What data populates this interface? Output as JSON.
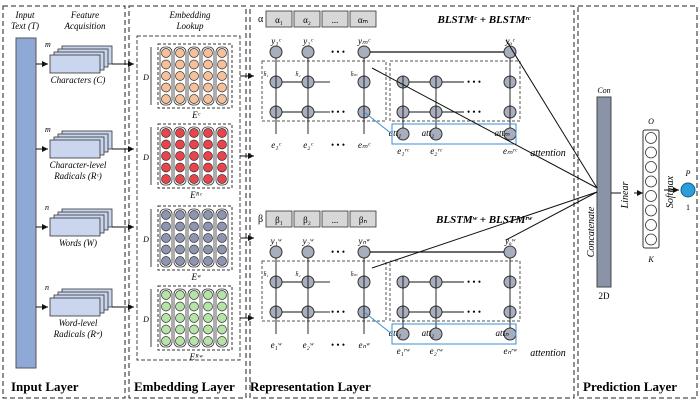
{
  "input_panel": {
    "title_line1": "Input",
    "title_line2": "Text (T)",
    "feature_line1": "Feature",
    "feature_line2": "Acquisition",
    "features": [
      {
        "line1": "Characters (C)",
        "line2": "",
        "dim": "m"
      },
      {
        "line1": "Character-level",
        "line2": "Radicals (Rᶜ)",
        "dim": "m"
      },
      {
        "line1": "Words (W)",
        "line2": "",
        "dim": "n"
      },
      {
        "line1": "Word-level",
        "line2": "Radicals (Rʷ)",
        "dim": "n"
      }
    ],
    "layer_label": "Input Layer"
  },
  "embedding_panel": {
    "title_line1": "Embedding",
    "title_line2": "Lookup",
    "dim_label": "D",
    "matrices": [
      {
        "label": "Eᶜ",
        "fill": "#f6c09a"
      },
      {
        "label": "Eᴿᶜ",
        "fill": "#e8444c"
      },
      {
        "label": "Eʷ",
        "fill": "#8d95b0"
      },
      {
        "label": "Eᴿʷ",
        "fill": "#b6e3a6"
      }
    ],
    "layer_label": "Embedding Layer"
  },
  "representation_panel": {
    "top": {
      "attn_symbol": "α",
      "attn_cells": [
        "α₁",
        "α₂",
        "...",
        "αₘ"
      ],
      "outputs": [
        "y₁ᶜ",
        "y₂ᶜ",
        "yₘᶜ"
      ],
      "embeddings": [
        "e₁ᶜ",
        "e₂ᶜ",
        "eₘᶜ"
      ],
      "title": "BLSTMᶜ + BLSTMʳᶜ",
      "att_labels": [
        "att₁",
        "att₂",
        "attₘ"
      ],
      "rad_embeddings": [
        "e₁ʳᶜ",
        "e₂ʳᶜ",
        "eₘʳᶜ"
      ],
      "final_output": "yₒᶜ",
      "attention_label": "attention"
    },
    "bottom": {
      "attn_symbol": "β",
      "attn_cells": [
        "β₁",
        "β₂",
        "...",
        "βₙ"
      ],
      "outputs": [
        "y₁ʷ",
        "y₂ʷ",
        "yₙʷ"
      ],
      "embeddings": [
        "e₁ʷ",
        "e₂ʷ",
        "eₙʷ"
      ],
      "title": "BLSTMʷ + BLSTMʳʷ",
      "att_labels": [
        "att₁",
        "att₂",
        "attₙ"
      ],
      "rad_embeddings": [
        "e₁ʳʷ",
        "e₂ʳʷ",
        "eₙʳʷ"
      ],
      "final_output": "yₒʷ",
      "attention_label": "attention"
    },
    "hidden_labels": [
      "h̄₁",
      "h̄₂",
      "h̄ₘ"
    ],
    "ellipsis": "• • •",
    "layer_label": "Representation Layer"
  },
  "prediction_panel": {
    "con_label": "Con",
    "concat_label": "Concatenate",
    "dim_2d": "2D",
    "linear_label": "Linear",
    "o_label": "O",
    "softmax_label": "Softmax",
    "k_label": "K",
    "p_label": "P",
    "one_label": "1",
    "layer_label": "Prediction Layer"
  },
  "colors": {
    "input_bar": "#8fa9d6",
    "node": "#a8aebe",
    "output_node": "#2a9fd8",
    "concat_bar": "#8b93a8",
    "attn_box": "#d7d7d7",
    "blue_line": "#3b8fd0"
  }
}
